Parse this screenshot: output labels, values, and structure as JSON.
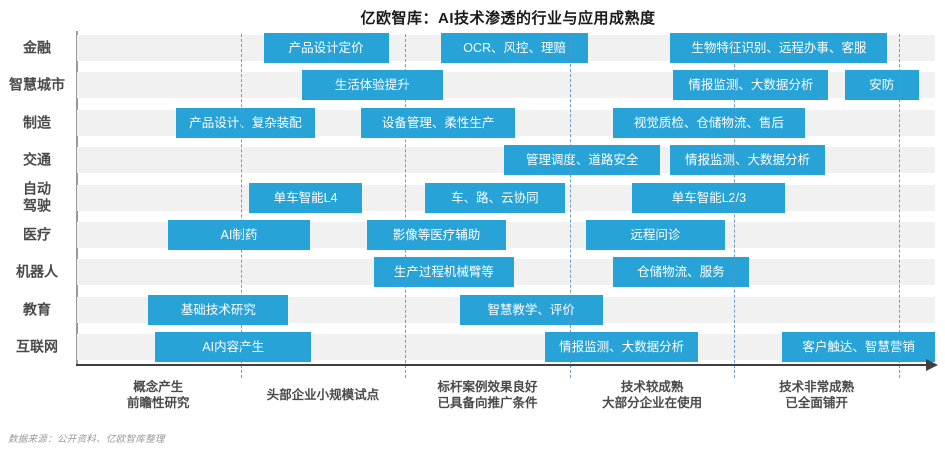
{
  "title": "亿欧智库：AI技术渗透的行业与应用成熟度",
  "source_note": "数据来源：公开资料、亿欧智库整理",
  "colors": {
    "bar_fill": "#28a3d8",
    "bar_text": "#ffffff",
    "row_band": "#f1f1f1",
    "gridline_dashed": "#5b94c4",
    "axis_line": "#3f3f3f",
    "y_axis_line": "#9a9a9a",
    "label_text": "#4a4a4a",
    "source_text": "#999999"
  },
  "chart_data": {
    "type": "bar",
    "variant": "horizontal-gantt-maturity",
    "title": "亿欧智库：AI技术渗透的行业与应用成熟度",
    "xlabel": "",
    "ylabel": "",
    "x_axis": {
      "range_units": [
        0,
        5.25
      ],
      "gridlines_at": [
        1,
        2,
        3,
        4,
        5
      ],
      "grid_style": "dashed-vertical",
      "arrow": "right",
      "stages": [
        {
          "lines": [
            "概念产生",
            "前瞻性研究"
          ]
        },
        {
          "lines": [
            "头部企业小规模试点"
          ]
        },
        {
          "lines": [
            "标杆案例效果良好",
            "已具备向推广条件"
          ]
        },
        {
          "lines": [
            "技术较成熟",
            "大部分企业在使用"
          ]
        },
        {
          "lines": [
            "技术非常成熟",
            "已全面铺开"
          ]
        }
      ]
    },
    "rows": [
      {
        "industry": "金融",
        "industry_lines": [
          "金融"
        ],
        "bars": [
          {
            "label": "产品设计定价",
            "start": 1.14,
            "end": 1.9
          },
          {
            "label": "OCR、风控、理赔",
            "start": 2.22,
            "end": 3.11
          },
          {
            "label": "生物特征识别、远程办事、客服",
            "start": 3.61,
            "end": 4.93
          }
        ]
      },
      {
        "industry": "智慧城市",
        "industry_lines": [
          "智慧城市"
        ],
        "bars": [
          {
            "label": "生活体验提升",
            "start": 1.37,
            "end": 2.23
          },
          {
            "label": "情报监测、大数据分析",
            "start": 3.63,
            "end": 4.57
          },
          {
            "label": "安防",
            "start": 4.67,
            "end": 5.12
          }
        ]
      },
      {
        "industry": "制造",
        "industry_lines": [
          "制造"
        ],
        "bars": [
          {
            "label": "产品设计、复杂装配",
            "start": 0.61,
            "end": 1.45
          },
          {
            "label": "设备管理、柔性生产",
            "start": 1.73,
            "end": 2.67
          },
          {
            "label": "视觉质检、仓储物流、售后",
            "start": 3.26,
            "end": 4.43
          }
        ]
      },
      {
        "industry": "交通",
        "industry_lines": [
          "交通"
        ],
        "bars": [
          {
            "label": "管理调度、道路安全",
            "start": 2.6,
            "end": 3.55
          },
          {
            "label": "情报监测、大数据分析",
            "start": 3.61,
            "end": 4.55
          }
        ]
      },
      {
        "industry": "自动驾驶",
        "industry_lines": [
          "自动",
          "驾驶"
        ],
        "bars": [
          {
            "label": "单车智能L4",
            "start": 1.05,
            "end": 1.74
          },
          {
            "label": "车、路、云协同",
            "start": 2.12,
            "end": 2.97
          },
          {
            "label": "单车智能L2/3",
            "start": 3.38,
            "end": 4.31
          }
        ]
      },
      {
        "industry": "医疗",
        "industry_lines": [
          "医疗"
        ],
        "bars": [
          {
            "label": "AI制药",
            "start": 0.56,
            "end": 1.42
          },
          {
            "label": "影像等医疗辅助",
            "start": 1.77,
            "end": 2.61
          },
          {
            "label": "远程问诊",
            "start": 3.1,
            "end": 3.94
          }
        ]
      },
      {
        "industry": "机器人",
        "industry_lines": [
          "机器人"
        ],
        "bars": [
          {
            "label": "生产过程机械臂等",
            "start": 1.81,
            "end": 2.66
          },
          {
            "label": "仓储物流、服务",
            "start": 3.26,
            "end": 4.09
          }
        ]
      },
      {
        "industry": "教育",
        "industry_lines": [
          "教育"
        ],
        "bars": [
          {
            "label": "基础技术研究",
            "start": 0.44,
            "end": 1.29
          },
          {
            "label": "智慧教学、评价",
            "start": 2.33,
            "end": 3.2
          }
        ]
      },
      {
        "industry": "互联网",
        "industry_lines": [
          "互联网"
        ],
        "bars": [
          {
            "label": "AI内容产生",
            "start": 0.48,
            "end": 1.43
          },
          {
            "label": "情报监测、大数据分析",
            "start": 2.85,
            "end": 3.78
          },
          {
            "label": "客户触达、智慧营销",
            "start": 4.29,
            "end": 5.22
          }
        ]
      }
    ]
  }
}
